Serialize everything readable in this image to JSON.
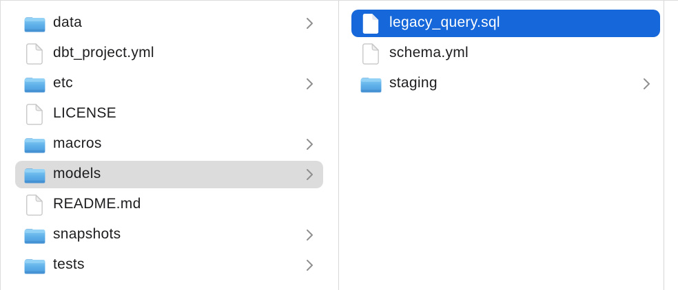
{
  "window": {
    "view_label": "finder-column-browser"
  },
  "colors": {
    "selection_active": "#1667d9",
    "selection_inactive": "#dcdcdc",
    "divider": "#d7d7d7",
    "text": "#1d1d1f",
    "selected_text": "#ffffff",
    "chevron_gray": "#8f8f8f",
    "folder_blue": "#5caee8",
    "background": "#ffffff"
  },
  "columns": [
    {
      "id": "column-1",
      "items": [
        {
          "label": "data",
          "type": "folder",
          "chevron": true,
          "selected": false
        },
        {
          "label": "dbt_project.yml",
          "type": "file",
          "chevron": false,
          "selected": false
        },
        {
          "label": "etc",
          "type": "folder",
          "chevron": true,
          "selected": false
        },
        {
          "label": "LICENSE",
          "type": "file",
          "chevron": false,
          "selected": false
        },
        {
          "label": "macros",
          "type": "folder",
          "chevron": true,
          "selected": false
        },
        {
          "label": "models",
          "type": "folder",
          "chevron": true,
          "selected": true,
          "selection_style": "inactive-gray"
        },
        {
          "label": "README.md",
          "type": "file",
          "chevron": false,
          "selected": false
        },
        {
          "label": "snapshots",
          "type": "folder",
          "chevron": true,
          "selected": false
        },
        {
          "label": "tests",
          "type": "folder",
          "chevron": true,
          "selected": false
        }
      ]
    },
    {
      "id": "column-2",
      "items": [
        {
          "label": "legacy_query.sql",
          "type": "file",
          "chevron": false,
          "selected": true,
          "selection_style": "active-blue"
        },
        {
          "label": "schema.yml",
          "type": "file",
          "chevron": false,
          "selected": false
        },
        {
          "label": "staging",
          "type": "folder",
          "chevron": true,
          "selected": false
        }
      ]
    },
    {
      "id": "column-3",
      "items": []
    }
  ]
}
